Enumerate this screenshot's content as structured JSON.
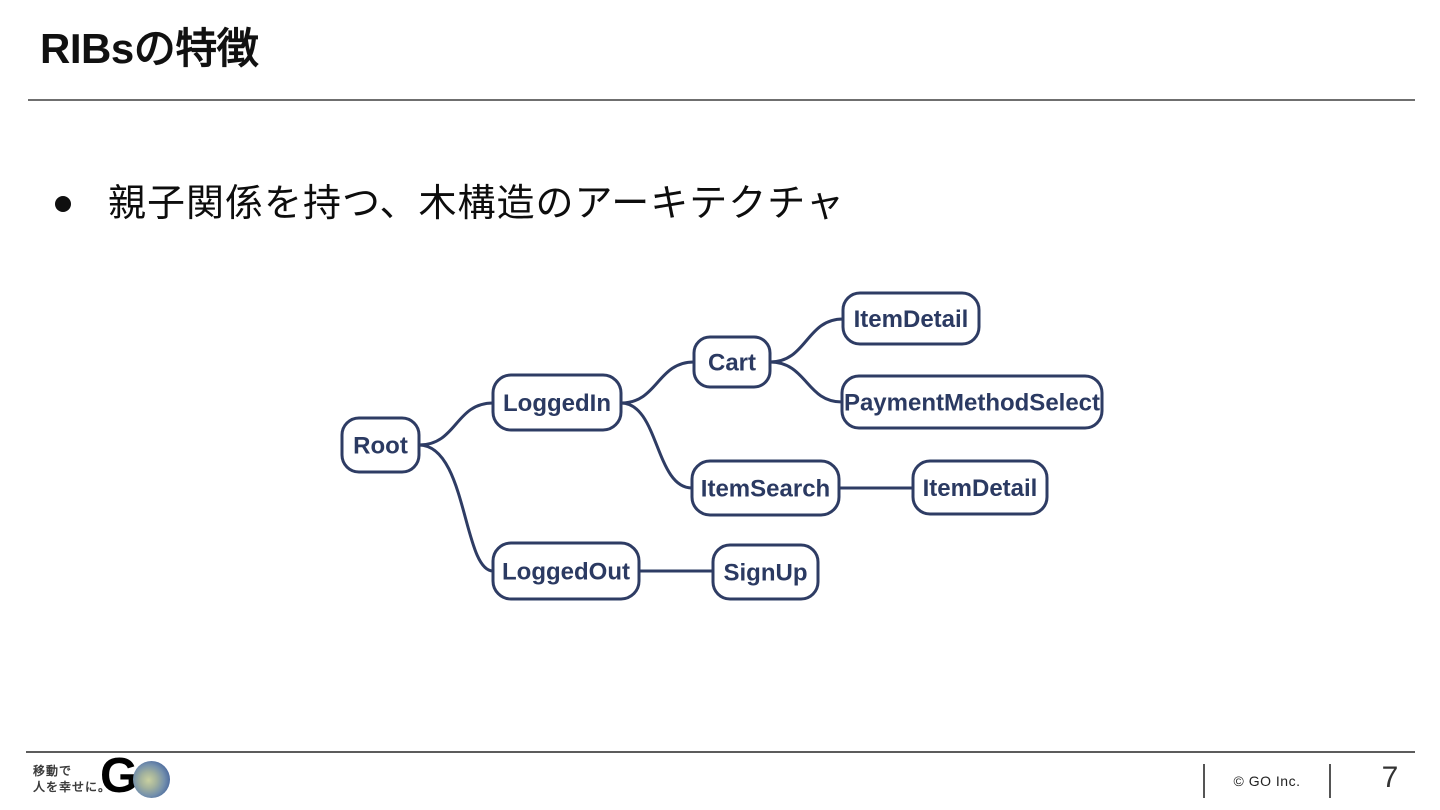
{
  "slide": {
    "title": "RIBsの特徴",
    "bullet_text": "親子関係を持つ、木構造のアーキテクチャ"
  },
  "diagram": {
    "description": "RIB tree architecture diagram",
    "node_color": "#2e3c64",
    "nodes": [
      {
        "id": "root",
        "label": "Root"
      },
      {
        "id": "loggedin",
        "label": "LoggedIn"
      },
      {
        "id": "cart",
        "label": "Cart"
      },
      {
        "id": "itemdetail-under-cart",
        "label": "ItemDetail"
      },
      {
        "id": "paymentmethodselect",
        "label": "PaymentMethodSelect"
      },
      {
        "id": "itemsearch",
        "label": "ItemSearch"
      },
      {
        "id": "itemdetail-under-itemsearch",
        "label": "ItemDetail"
      },
      {
        "id": "loggedout",
        "label": "LoggedOut"
      },
      {
        "id": "signup",
        "label": "SignUp"
      }
    ],
    "edges": [
      [
        "Root",
        "LoggedIn"
      ],
      [
        "Root",
        "LoggedOut"
      ],
      [
        "LoggedIn",
        "Cart"
      ],
      [
        "LoggedIn",
        "ItemSearch"
      ],
      [
        "Cart",
        "ItemDetail"
      ],
      [
        "Cart",
        "PaymentMethodSelect"
      ],
      [
        "ItemSearch",
        "ItemDetail"
      ],
      [
        "LoggedOut",
        "SignUp"
      ]
    ]
  },
  "footer": {
    "tagline_line1": "移動で",
    "tagline_line2": "人を幸せに。",
    "logo_g": "G",
    "copyright": "© GO Inc.",
    "page_number": "7"
  }
}
